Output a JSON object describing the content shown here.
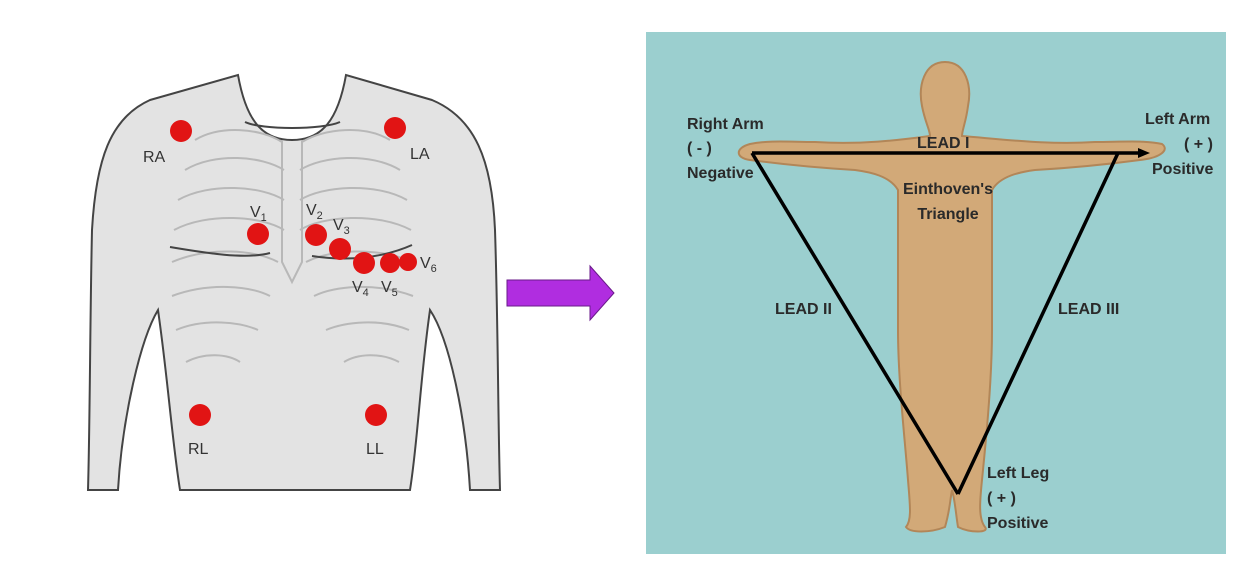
{
  "colors": {
    "torso_fill": "#e3e3e3",
    "torso_outline": "#444444",
    "rib_lines": "#b8b8b8",
    "electrode": "#e11414",
    "arrow": "#b02de0",
    "panel_bg": "#9bcfcf",
    "body_fill": "#d2a978",
    "body_outline": "#b28658",
    "triangle": "#000000"
  },
  "left_panel": {
    "limb_labels": {
      "ra": "RA",
      "la": "LA",
      "rl": "RL",
      "ll": "LL"
    },
    "chest_labels": {
      "v1": "V",
      "v1_sub": "1",
      "v2": "V",
      "v2_sub": "2",
      "v3": "V",
      "v3_sub": "3",
      "v4": "V",
      "v4_sub": "4",
      "v5": "V",
      "v5_sub": "5",
      "v6": "V",
      "v6_sub": "6"
    }
  },
  "connector": {
    "icon": "right-arrow-icon"
  },
  "right_panel": {
    "right_arm": {
      "name": "Right Arm",
      "sign": "( - )",
      "polarity": "Negative"
    },
    "left_arm": {
      "name": "Left Arm",
      "sign": "( + )",
      "polarity": "Positive"
    },
    "left_leg": {
      "name": "Left Leg",
      "sign": "( + )",
      "polarity": "Positive"
    },
    "lead_1": "LEAD I",
    "lead_2": "LEAD II",
    "lead_3": "LEAD III",
    "triangle_line1": "Einthoven's",
    "triangle_line2": "Triangle"
  }
}
